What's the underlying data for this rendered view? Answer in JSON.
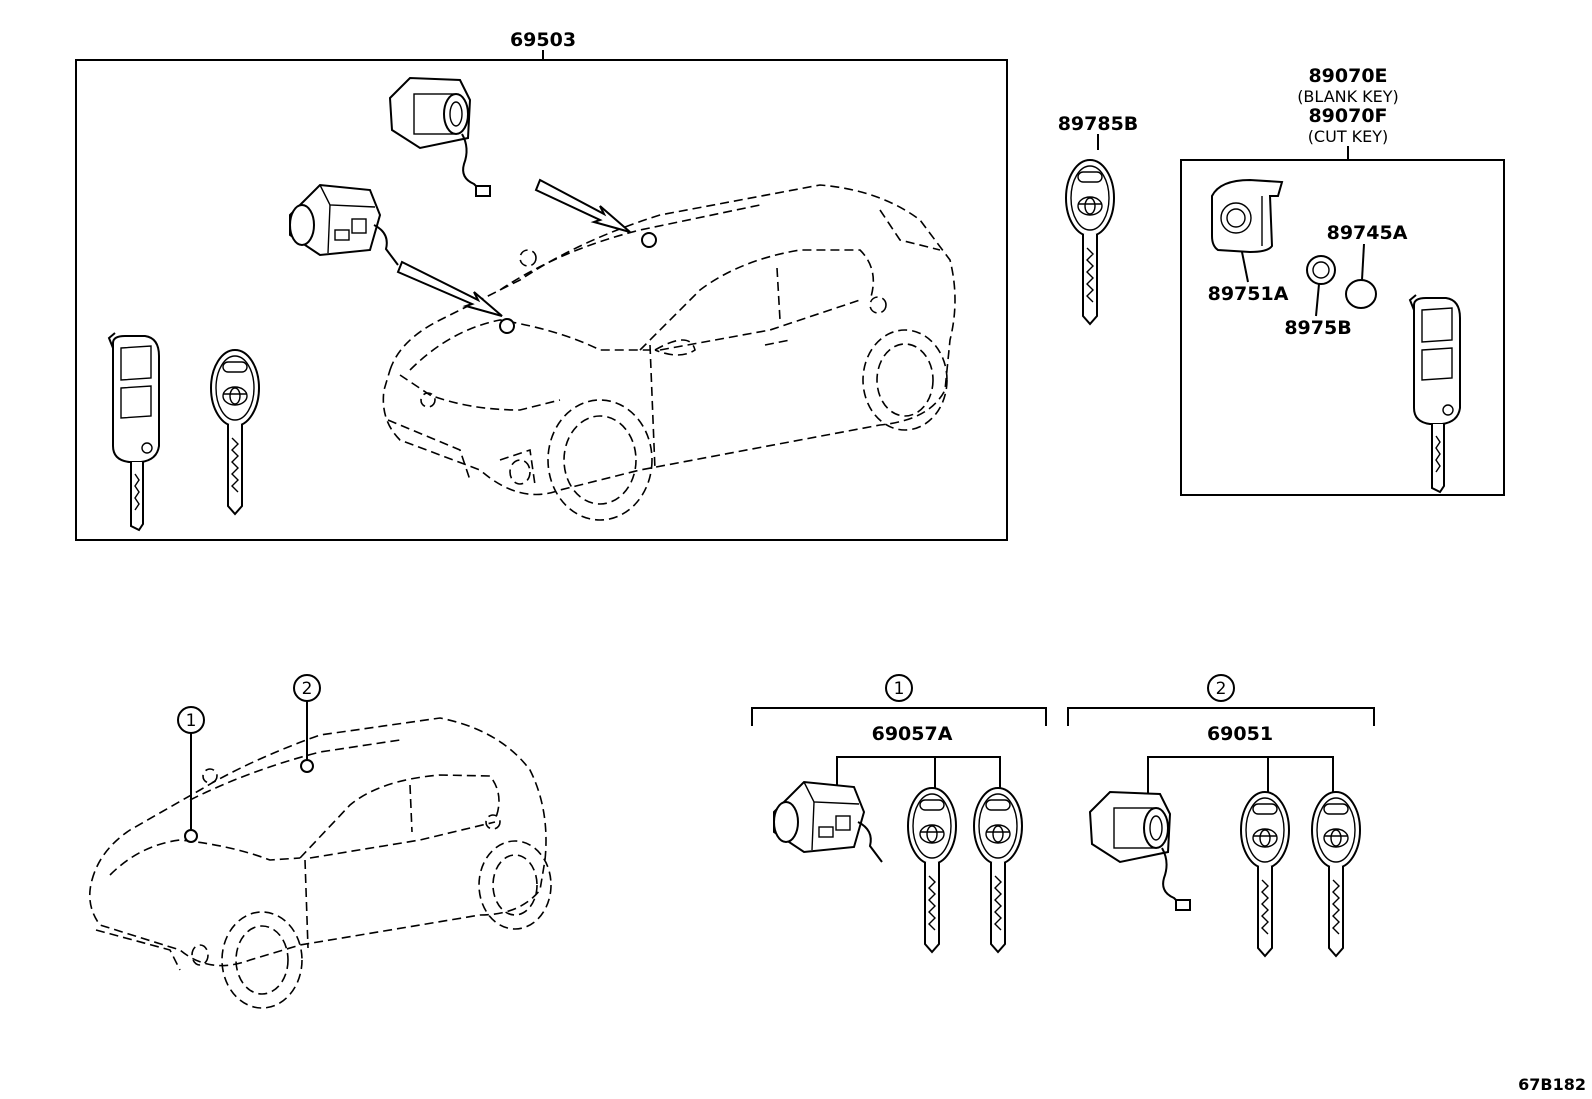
{
  "labels": {
    "p69503": "69503",
    "p89785b": "89785B",
    "p89070e": "89070E",
    "blank_key": "(BLANK KEY)",
    "p89070f": "89070F",
    "cut_key": "(CUT KEY)",
    "p89751a": "89751A",
    "p8975b": "8975B",
    "p89745a": "89745A",
    "p69057a": "69057A",
    "p69051": "69051",
    "marker1": "1",
    "marker2": "2",
    "group_marker1": "1",
    "group_marker2": "2",
    "figure_code": "67B182"
  },
  "icons": {
    "car": "car-outline-icon",
    "key": "toyota-key-icon",
    "remote_key": "flip-remote-key-icon",
    "cylinder": "lock-cylinder-icon"
  }
}
